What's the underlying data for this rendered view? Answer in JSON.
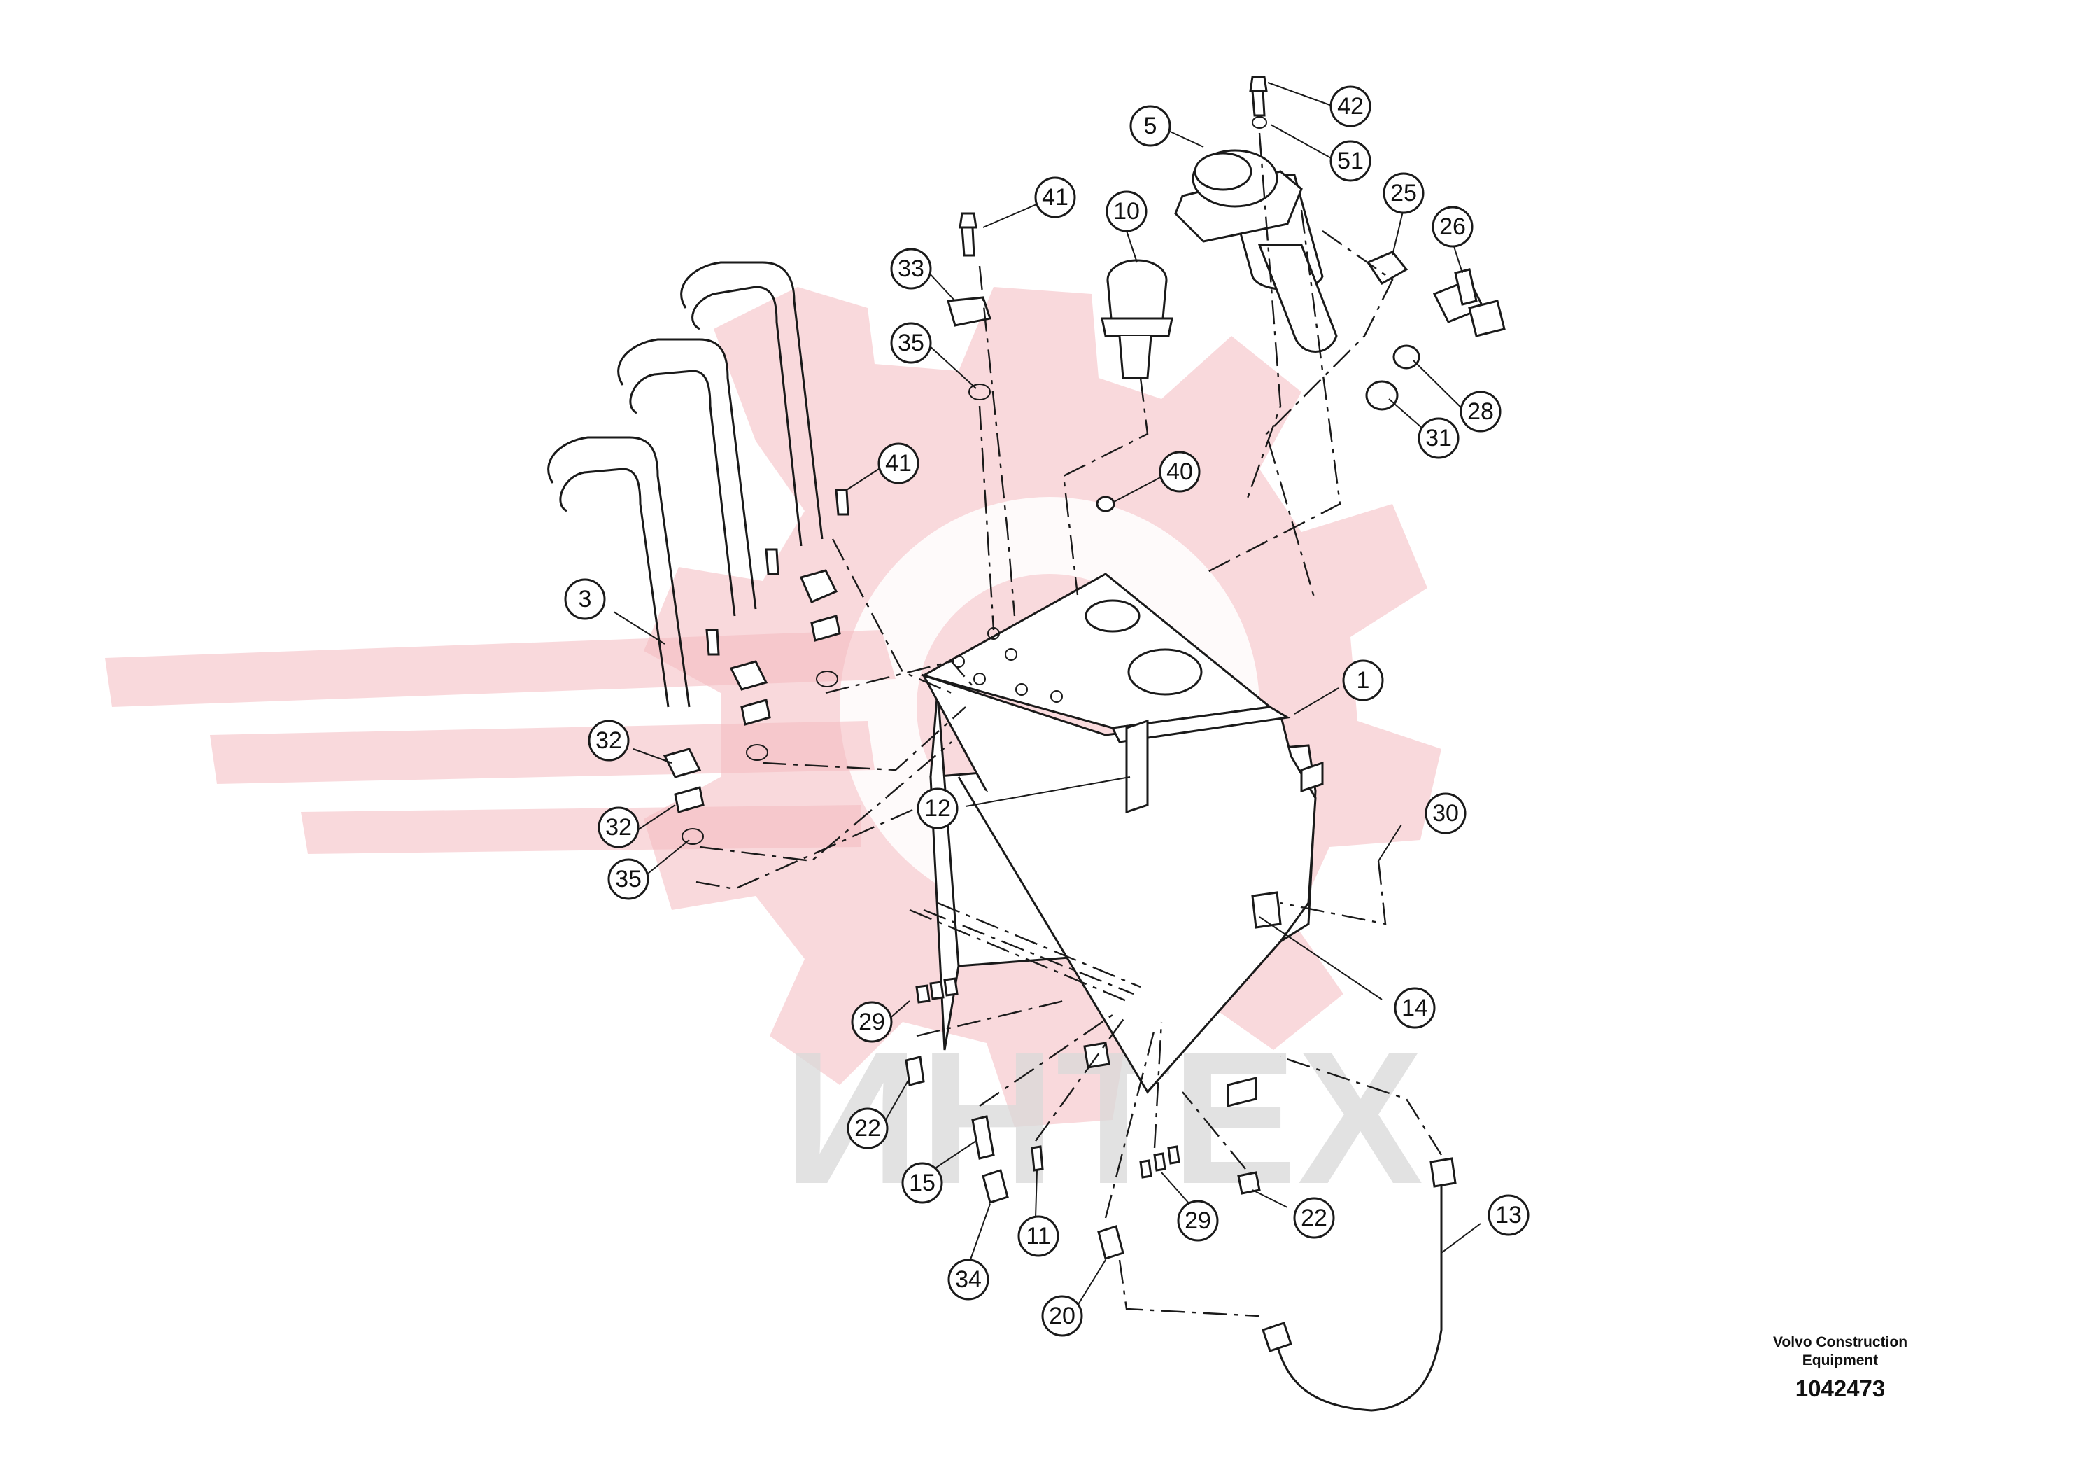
{
  "callouts": [
    {
      "label": "42"
    },
    {
      "label": "5"
    },
    {
      "label": "51"
    },
    {
      "label": "25"
    },
    {
      "label": "26"
    },
    {
      "label": "41"
    },
    {
      "label": "10"
    },
    {
      "label": "33"
    },
    {
      "label": "35"
    },
    {
      "label": "28"
    },
    {
      "label": "31"
    },
    {
      "label": "41"
    },
    {
      "label": "40"
    },
    {
      "label": "3"
    },
    {
      "label": "1"
    },
    {
      "label": "32"
    },
    {
      "label": "12"
    },
    {
      "label": "32"
    },
    {
      "label": "30"
    },
    {
      "label": "35"
    },
    {
      "label": "14"
    },
    {
      "label": "29"
    },
    {
      "label": "22"
    },
    {
      "label": "15"
    },
    {
      "label": "11"
    },
    {
      "label": "29"
    },
    {
      "label": "22"
    },
    {
      "label": "13"
    },
    {
      "label": "34"
    },
    {
      "label": "20"
    }
  ],
  "watermark": {
    "text": "ИНТЕХ",
    "colors": {
      "gear": "#f4b9bf",
      "text": "#d9d9d9"
    }
  },
  "brand": {
    "company": "Volvo Construction Equipment",
    "drawing_number": "1042473"
  }
}
